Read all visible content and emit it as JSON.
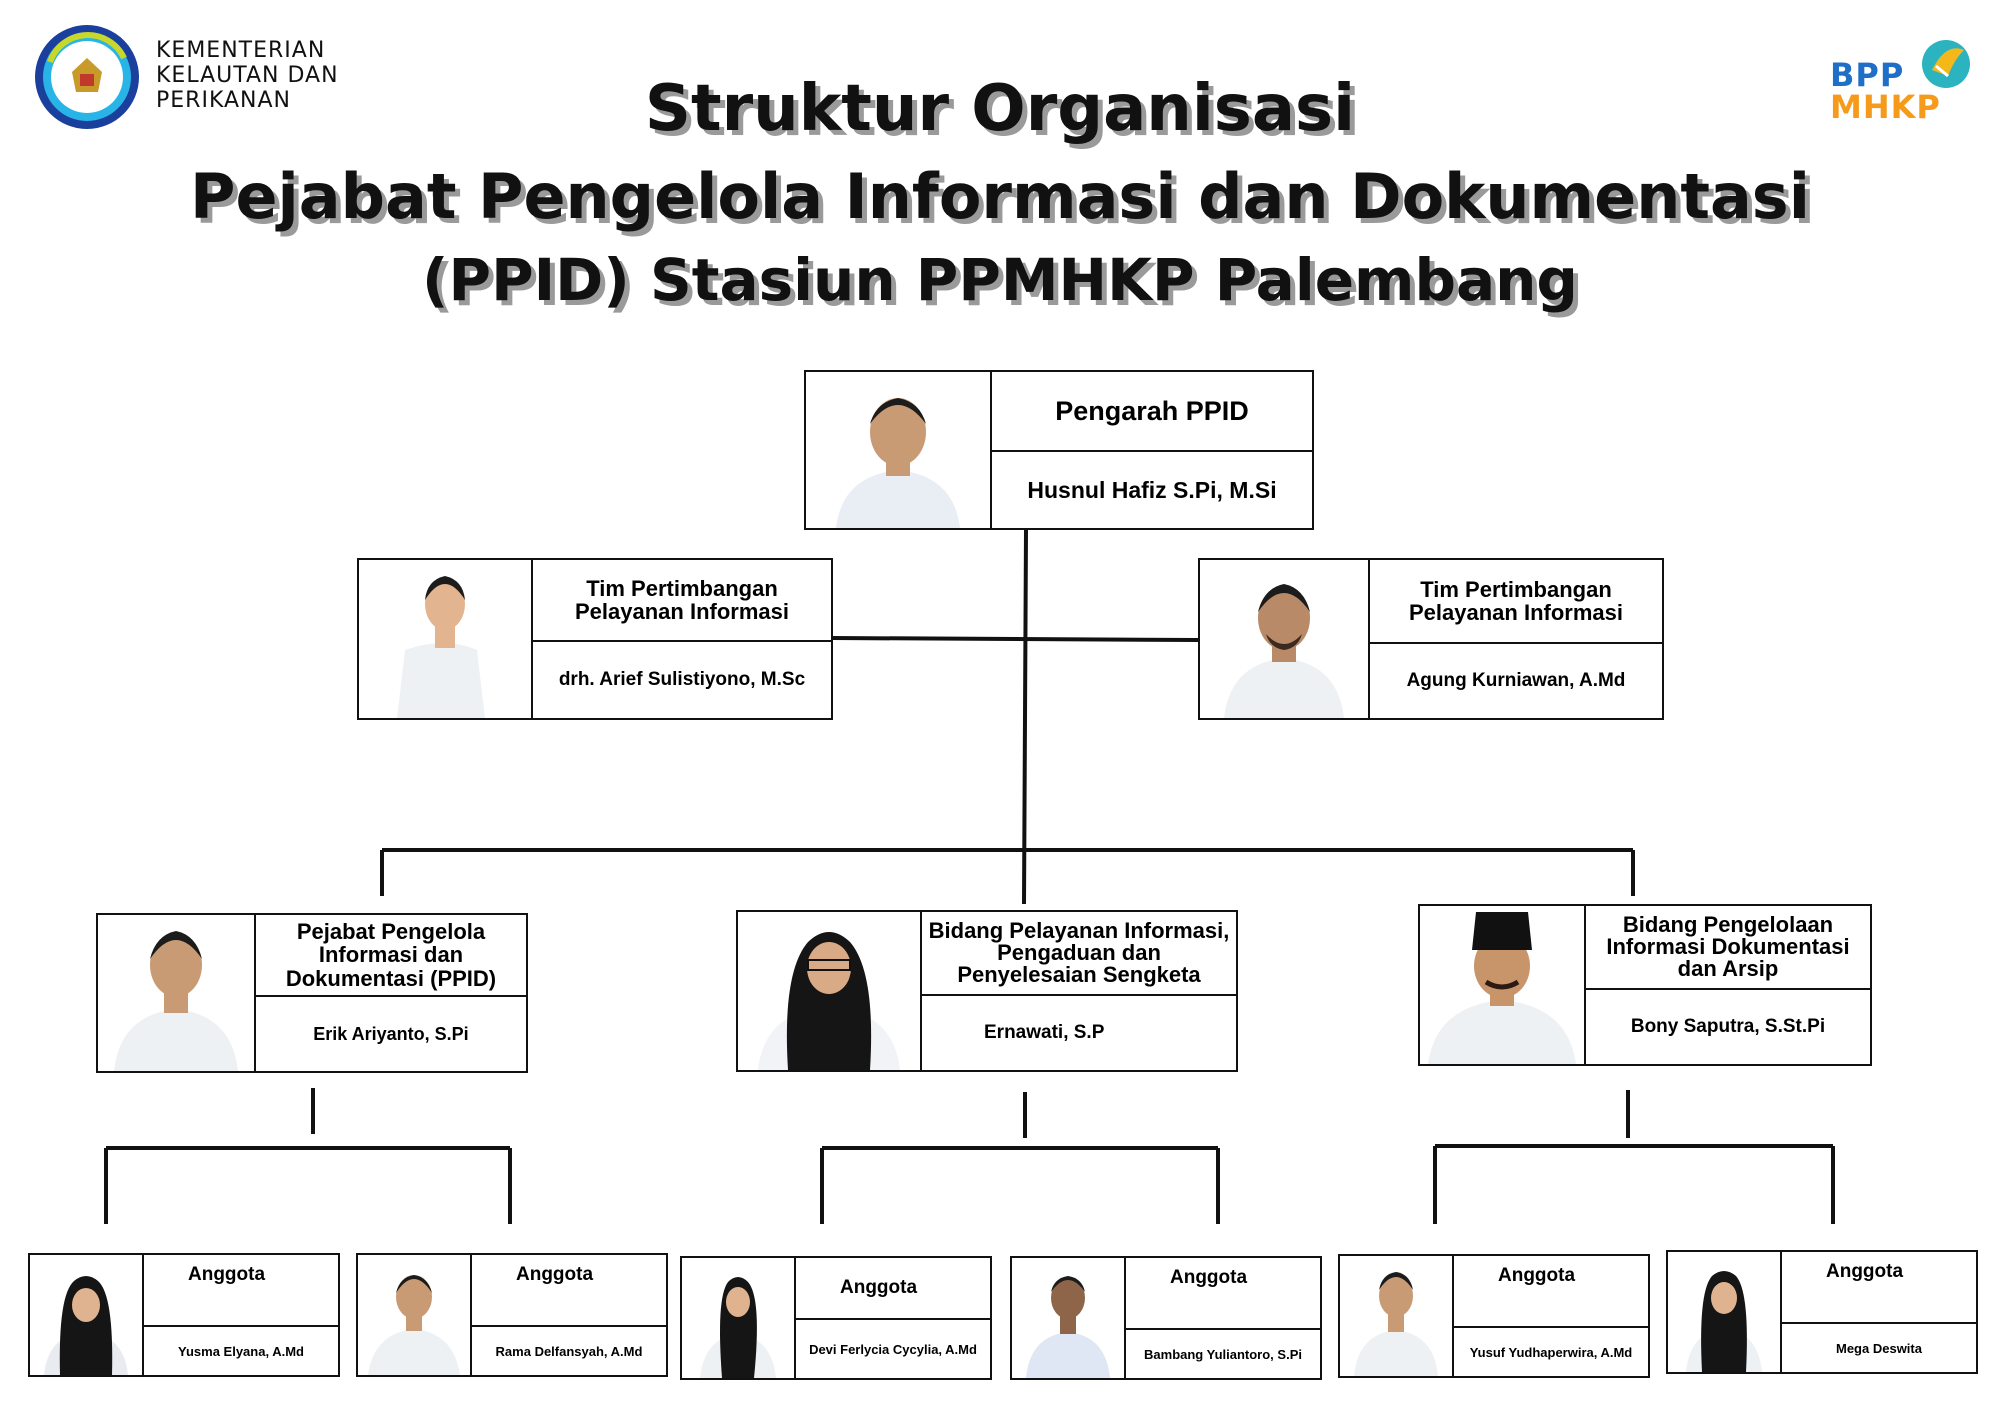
{
  "header": {
    "org_lines": [
      "KEMENTERIAN",
      "KELAUTAN DAN",
      "PERIKANAN"
    ],
    "brand_line1": "BPP",
    "brand_line2": "MHKP",
    "title_lines": [
      "Struktur Organisasi",
      "Pejabat Pengelola Informasi dan Dokumentasi",
      "(PPID) Stasiun PPMHKP Palembang"
    ]
  },
  "colors": {
    "brand_blue": "#1f6fc8",
    "brand_orange": "#f59a1b",
    "line": "#111111"
  },
  "top": {
    "role": "Pengarah PPID",
    "name": "Husnul Hafiz S.Pi, M.Si"
  },
  "advisors": [
    {
      "role": "Tim Pertimbangan Pelayanan Informasi",
      "name": "drh. Arief Sulistiyono, M.Sc"
    },
    {
      "role": "Tim Pertimbangan Pelayanan Informasi",
      "name": "Agung Kurniawan, A.Md"
    }
  ],
  "units": [
    {
      "role": "Pejabat Pengelola Informasi dan Dokumentasi (PPID)",
      "name": "Erik Ariyanto, S.Pi"
    },
    {
      "role": "Bidang Pelayanan Informasi, Pengaduan dan Penyelesaian Sengketa",
      "name": "Ernawati, S.P"
    },
    {
      "role": "Bidang Pengelolaan Informasi Dokumentasi dan Arsip",
      "name": "Bony Saputra, S.St.Pi"
    }
  ],
  "members": [
    {
      "role": "Anggota",
      "name": "Yusma Elyana, A.Md"
    },
    {
      "role": "Anggota",
      "name": "Rama Delfansyah, A.Md"
    },
    {
      "role": "Anggota",
      "name": "Devi Ferlycia Cycylia, A.Md"
    },
    {
      "role": "Anggota",
      "name": "Bambang Yuliantoro, S.Pi"
    },
    {
      "role": "Anggota",
      "name": "Yusuf Yudhaperwira, A.Md"
    },
    {
      "role": "Anggota",
      "name": "Mega Deswita"
    }
  ]
}
